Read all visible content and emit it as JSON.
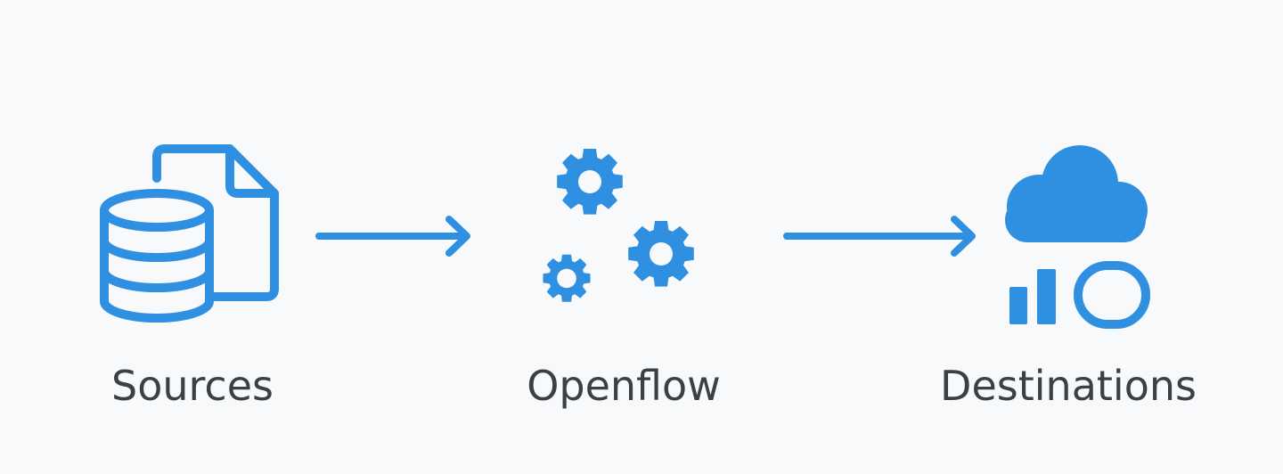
{
  "diagram": {
    "nodes": [
      {
        "id": "sources",
        "label": "Sources",
        "icon": "database-document-icon"
      },
      {
        "id": "openflow",
        "label": "Openflow",
        "icon": "gears-icon"
      },
      {
        "id": "destinations",
        "label": "Destinations",
        "icon": "cloud-analytics-icon"
      }
    ],
    "edges": [
      {
        "from": "sources",
        "to": "openflow"
      },
      {
        "from": "openflow",
        "to": "destinations"
      }
    ]
  },
  "colors": {
    "accent": "#2f8fe0",
    "text": "#3c4043",
    "background": "#f7f9fb"
  }
}
